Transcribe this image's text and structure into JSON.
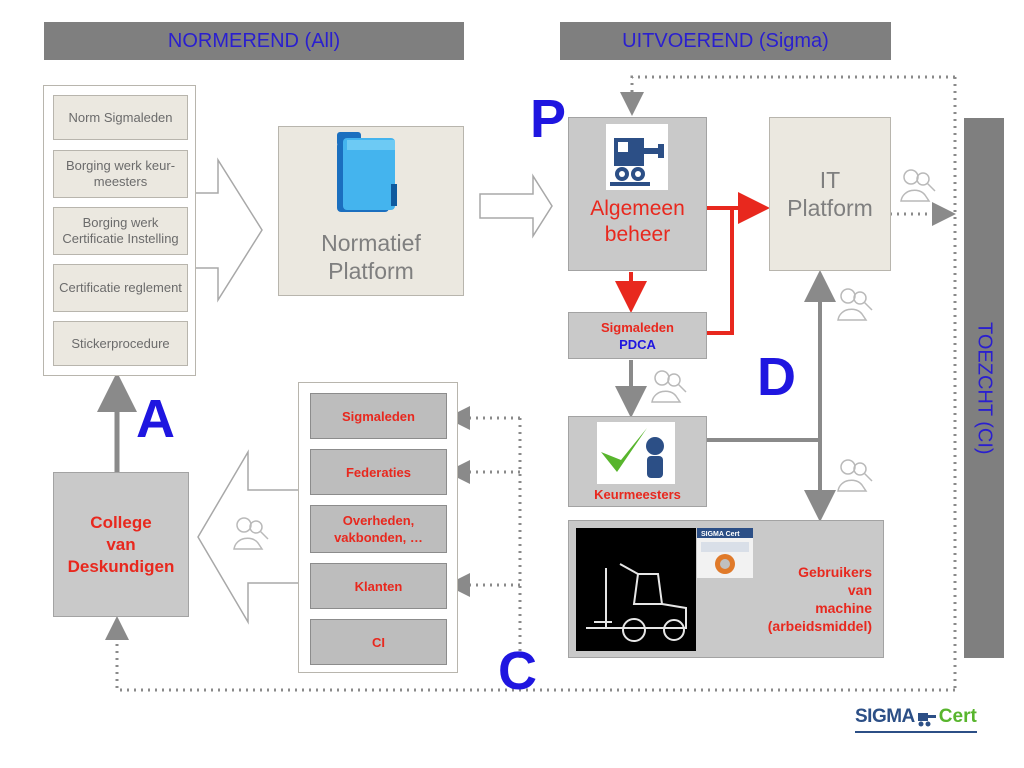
{
  "headers": {
    "normerend": "NORMEREND (All)",
    "uitvoerend": "UITVOEREND (Sigma)"
  },
  "norm_list": [
    "Norm Sigmaleden",
    "Borging werk keur-meesters",
    "Borging werk Certificatie Instelling",
    "Certificatie reglement",
    "Stickerprocedure"
  ],
  "normatief_platform": {
    "line1": "Normatief",
    "line2": "Platform",
    "icon": "folder-icon"
  },
  "algemeen_beheer": {
    "line1": "Algemeen",
    "line2": "beheer",
    "icon": "machine-icon"
  },
  "it_platform": {
    "line1": "IT",
    "line2": "Platform"
  },
  "sigmaleden_pdca": {
    "line1": "Sigmaleden",
    "line2": "PDCA"
  },
  "keurmeesters": {
    "label": "Keurmeesters",
    "icon": "checkmark-person-icon"
  },
  "gebruikers": {
    "line1": "Gebruikers",
    "line2": "van",
    "line3": "machine",
    "line4": "(arbeidsmiddel)",
    "photo": "forklift-image"
  },
  "college": {
    "line1": "College",
    "line2": "van",
    "line3": "Deskundigen"
  },
  "stakeholders": [
    "Sigmaleden",
    "Federaties",
    "Overheden, vakbonden, …",
    "Klanten",
    "CI"
  ],
  "letters": {
    "p": "P",
    "a": "A",
    "c": "C",
    "d": "D"
  },
  "toezicht": "TOEZCHT (CI)",
  "logo": {
    "text1": "SIGMA",
    "text2": "Cert"
  },
  "colors": {
    "header_bg": "#7f7f7f",
    "header_text": "#2a1fcf",
    "accent_red": "#e8281e",
    "letter_blue": "#1f16e0"
  }
}
